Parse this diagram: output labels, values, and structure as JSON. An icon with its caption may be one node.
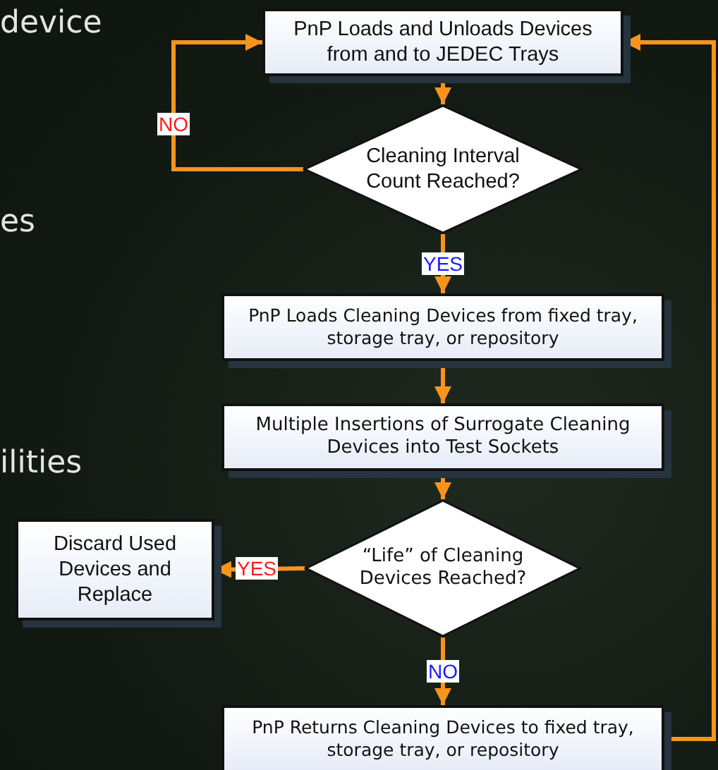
{
  "diagram": {
    "nodes": [
      {
        "text": [
          "PnP Loads and Unloads Devices from and to JEDEC Trays"
        ]
      },
      {
        "text": [
          "Cleaning Interval Count Reached?"
        ]
      },
      {
        "text": [
          "PnP Loads Cleaning Devices from fixed tray, storage tray, or repository"
        ]
      },
      {
        "text": [
          "Multiple Insertions of Surrogate Cleaning Devices into Test Sockets"
        ]
      },
      {
        "text": [
          "“Life” of Cleaning Devices Reached?"
        ]
      },
      {
        "text": [
          "Discard Used Devices and Replace"
        ]
      },
      {
        "text": [
          "PnP Returns Cleaning Devices to fixed tray, storage tray, or repository"
        ]
      }
    ],
    "edges": [
      {
        "from": 0,
        "to": 1,
        "arrow": "to"
      },
      {
        "from": 1,
        "to": 0,
        "arrow": "to",
        "label": "NO"
      },
      {
        "from": 1,
        "to": 2,
        "arrow": "to",
        "label": "YES"
      },
      {
        "from": 2,
        "to": 3,
        "arrow": "to"
      },
      {
        "from": 3,
        "to": 4,
        "arrow": "to"
      },
      {
        "from": 4,
        "to": 5,
        "arrow": "to",
        "label": "YES"
      },
      {
        "from": 4,
        "to": 6,
        "arrow": "to",
        "label": "NO"
      },
      {
        "from": 6,
        "to": 0,
        "arrow": "to"
      }
    ],
    "labels": [
      "device",
      "es",
      "ilities"
    ]
  }
}
